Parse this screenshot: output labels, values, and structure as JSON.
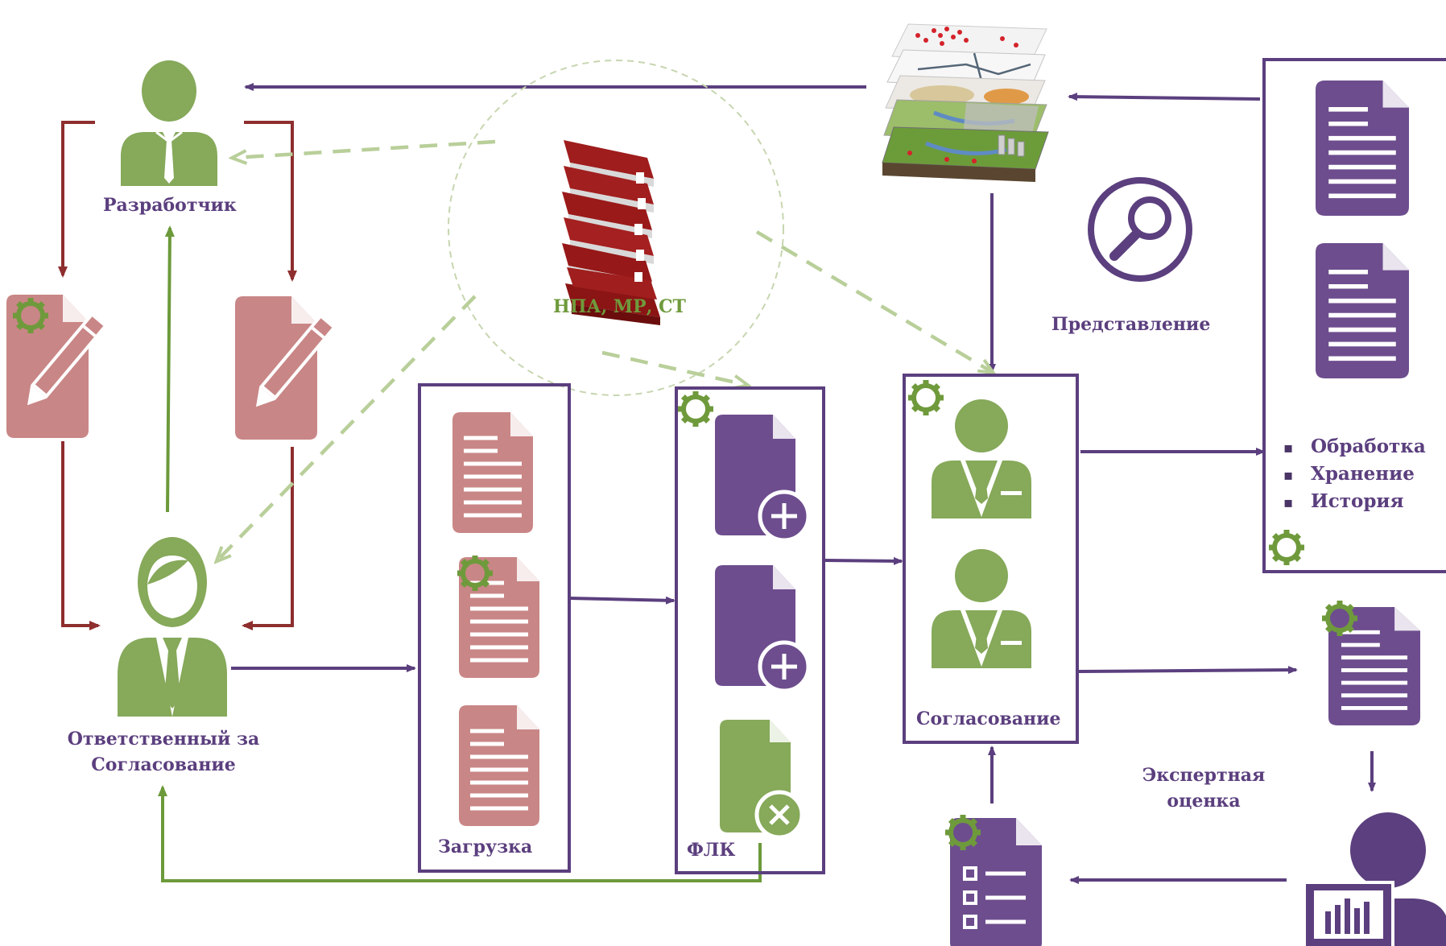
{
  "labels": {
    "developer": "Разработчик",
    "responsible_line1": "Ответственный за",
    "responsible_line2": "Согласование",
    "npa": "НПА, МР, СТ",
    "upload": "Загрузка",
    "flk": "ФЛК",
    "approval": "Согласование",
    "representation": "Представление",
    "expert_line1": "Экспертная",
    "expert_line2": "оценка"
  },
  "storage_list": [
    "Обработка",
    "Хранение",
    "История"
  ],
  "colors": {
    "purple": "#5b3f7e",
    "person_green": "#86a95a",
    "doc_pink": "#c98686",
    "doc_purple": "#6d4d8e",
    "arrow_red": "#8e2e2e",
    "arrow_green": "#6c9a3a",
    "dashed_green": "#b9cf9a"
  }
}
